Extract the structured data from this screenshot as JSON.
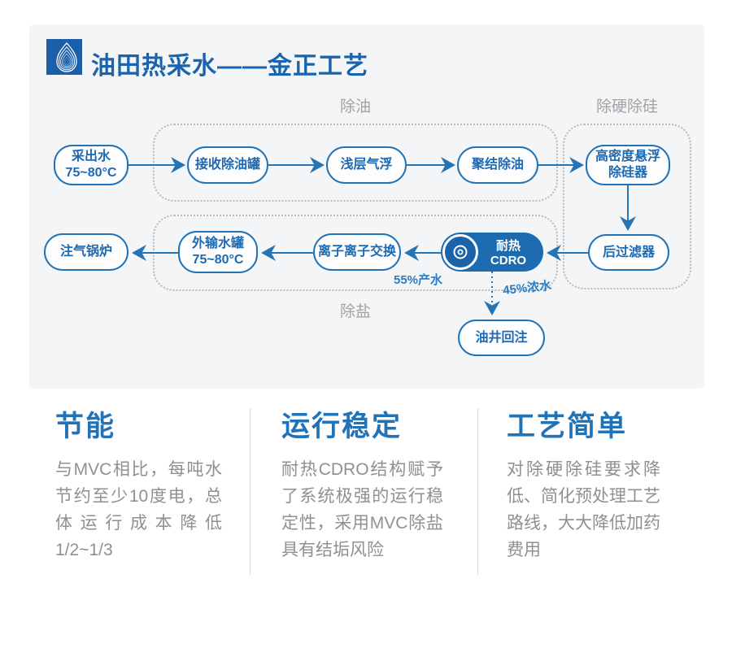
{
  "colors": {
    "primary_blue": "#2173b6",
    "node_text_blue": "#1d6ab2",
    "cdro_fill": "#1d6bb0",
    "panel_bg": "#f4f5f6",
    "zone_label_gray": "#a0a2a5",
    "body_gray": "#8e9091"
  },
  "header": {
    "title": "油田热采水——金正工艺",
    "logo": "water-drop-logo"
  },
  "flowchart": {
    "zones": [
      {
        "label": "除油"
      },
      {
        "label": "除硬除硅"
      },
      {
        "label": "除盐"
      }
    ],
    "nodes": [
      {
        "label": "采出水",
        "sub": "75~80°C"
      },
      {
        "label": "接收除油罐"
      },
      {
        "label": "浅层气浮"
      },
      {
        "label": "聚结除油"
      },
      {
        "label": "高密度悬浮",
        "sub": "除硅器"
      },
      {
        "label": "注气锅炉"
      },
      {
        "label": "外输水罐",
        "sub": "75~80°C"
      },
      {
        "label": "离子离子交换"
      },
      {
        "label": "耐热CDRO"
      },
      {
        "label": "后过滤器"
      },
      {
        "label": "油井回注"
      }
    ],
    "stream_labels": {
      "product": "55%产水",
      "concentrate": "45%浓水"
    }
  },
  "features": [
    {
      "title": "节能",
      "body": "与MVC相比，每吨水节约至少10度电，总体运行成本降低1/2~1/3"
    },
    {
      "title": "运行稳定",
      "body": "耐热CDRO结构赋予了系统极强的运行稳定性，采用MVC除盐具有结垢风险"
    },
    {
      "title": "工艺简单",
      "body": "对除硬除硅要求降低、简化预处理工艺路线，大大降低加药费用"
    }
  ]
}
